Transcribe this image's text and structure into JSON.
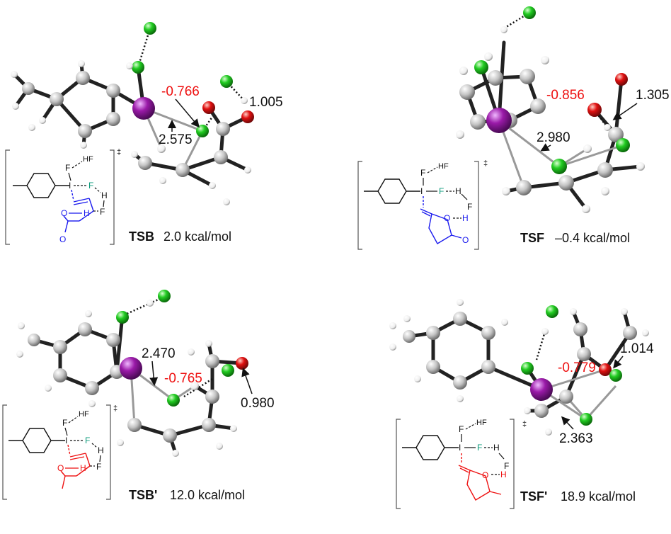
{
  "colors": {
    "carbon": "#b9b9b9",
    "hydrogen": "#f2f2f2",
    "fluorine": "#22cc22",
    "iodine": "#9a1aa8",
    "oxygen": "#e01010",
    "bond": "#222222",
    "partial_bond": "#9a9a9a",
    "charge_label": "#ee1111",
    "distance_label": "#111111",
    "blue_fragment": "#1a1aee",
    "red_fragment": "#ee1111",
    "teal_fluorine": "#0a9a7a"
  },
  "panels": [
    {
      "id": "tsb",
      "label": "TSB",
      "energy": "2.0 kcal/mol",
      "charge": "-0.766",
      "distances": [
        "1.005",
        "2.575"
      ],
      "fragment_color": "blue",
      "scheme_labels": {
        "hf": "HF",
        "f": "F",
        "i": "I",
        "o": "O",
        "h": "H",
        "dagger": "‡"
      }
    },
    {
      "id": "tsf",
      "label": "TSF",
      "energy": "–0.4 kcal/mol",
      "charge": "-0.856",
      "distances": [
        "1.305",
        "2.980"
      ],
      "fragment_color": "blue",
      "scheme_labels": {
        "hf": "HF",
        "f": "F",
        "i": "I",
        "o": "O",
        "h": "H",
        "dagger": "‡"
      }
    },
    {
      "id": "tsbp",
      "label": "TSB'",
      "energy": "12.0 kcal/mol",
      "charge": "-0.765",
      "distances": [
        "2.470",
        "0.980"
      ],
      "fragment_color": "red",
      "scheme_labels": {
        "hf": "HF",
        "f": "F",
        "i": "I",
        "o": "O",
        "h": "H",
        "dagger": "‡"
      }
    },
    {
      "id": "tsfp",
      "label": "TSF'",
      "energy": "18.9 kcal/mol",
      "charge": "-0.779",
      "distances": [
        "1.014",
        "2.363"
      ],
      "fragment_color": "red",
      "scheme_labels": {
        "hf": "HF",
        "f": "F",
        "i": "I",
        "o": "O",
        "h": "H",
        "dagger": "‡"
      }
    }
  ]
}
